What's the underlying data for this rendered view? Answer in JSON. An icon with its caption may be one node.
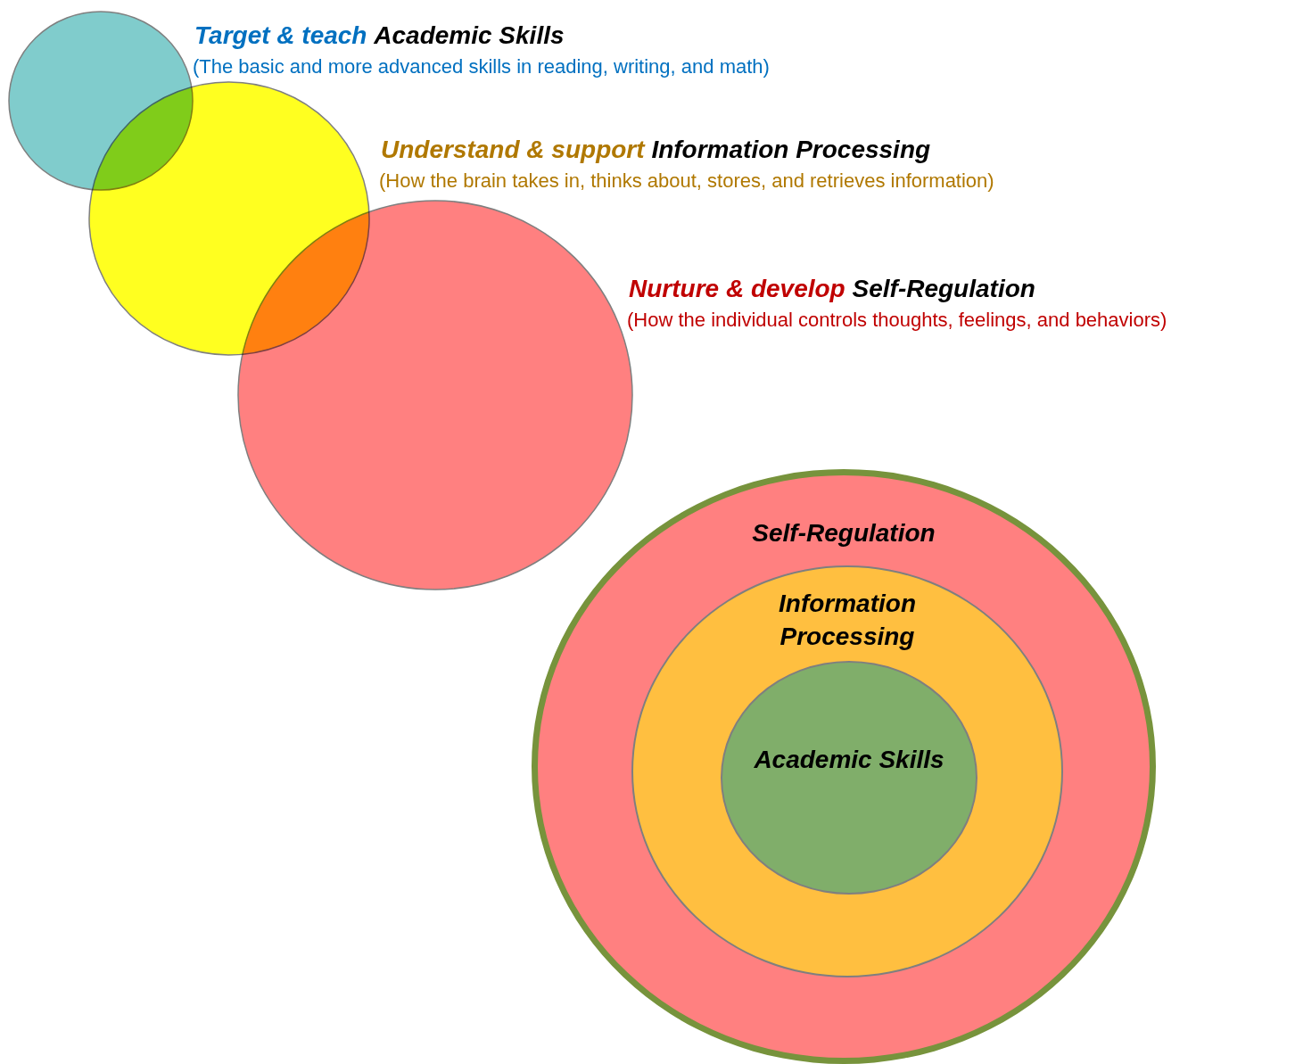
{
  "diagram": {
    "nodes": [
      {
        "text": [
          "Target & teach",
          "Academic Skills",
          "(The basic and more advanced skills in reading, writing, and math)"
        ]
      },
      {
        "text": [
          "Understand & support",
          "Information Processing",
          "(How the brain takes in, thinks about, stores, and retrieves information)"
        ]
      },
      {
        "text": [
          "Nurture & develop",
          "Self-Regulation",
          "(How the individual controls thoughts, feelings, and behaviors)"
        ]
      },
      {
        "text": [
          "Self-Regulation"
        ]
      },
      {
        "text": [
          "Information Processing"
        ],
        "in": 3
      },
      {
        "text": [
          "Academic Skills"
        ],
        "in": 4
      }
    ],
    "edges": []
  }
}
